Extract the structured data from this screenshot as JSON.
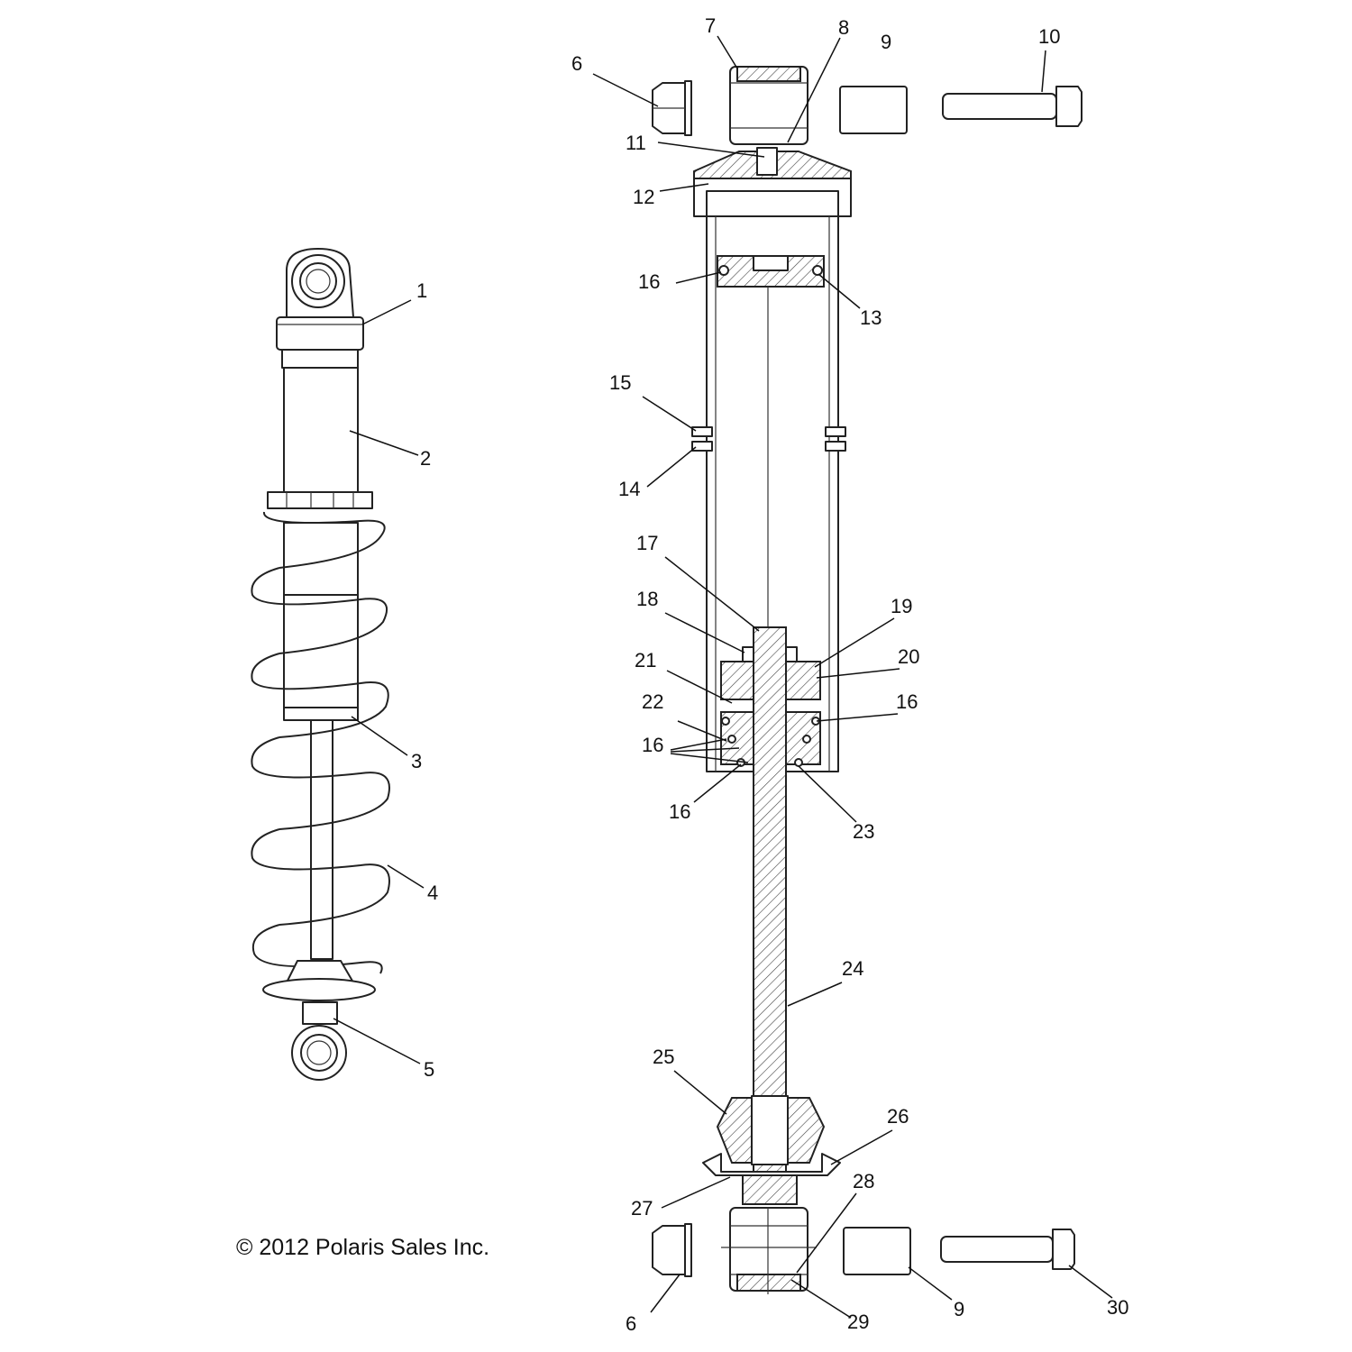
{
  "copyright": "© 2012 Polaris Sales Inc.",
  "callouts": [
    {
      "id": "c1",
      "label": "1"
    },
    {
      "id": "c2",
      "label": "2"
    },
    {
      "id": "c3",
      "label": "3"
    },
    {
      "id": "c4",
      "label": "4"
    },
    {
      "id": "c5",
      "label": "5"
    },
    {
      "id": "c6a",
      "label": "6"
    },
    {
      "id": "c6b",
      "label": "6"
    },
    {
      "id": "c7",
      "label": "7"
    },
    {
      "id": "c8",
      "label": "8"
    },
    {
      "id": "c9a",
      "label": "9"
    },
    {
      "id": "c9b",
      "label": "9"
    },
    {
      "id": "c10",
      "label": "10"
    },
    {
      "id": "c11",
      "label": "11"
    },
    {
      "id": "c12",
      "label": "12"
    },
    {
      "id": "c13",
      "label": "13"
    },
    {
      "id": "c14",
      "label": "14"
    },
    {
      "id": "c15",
      "label": "15"
    },
    {
      "id": "c16a",
      "label": "16"
    },
    {
      "id": "c16b",
      "label": "16"
    },
    {
      "id": "c16c",
      "label": "16"
    },
    {
      "id": "c16d",
      "label": "16"
    },
    {
      "id": "c17",
      "label": "17"
    },
    {
      "id": "c18",
      "label": "18"
    },
    {
      "id": "c19",
      "label": "19"
    },
    {
      "id": "c20",
      "label": "20"
    },
    {
      "id": "c21",
      "label": "21"
    },
    {
      "id": "c22",
      "label": "22"
    },
    {
      "id": "c23",
      "label": "23"
    },
    {
      "id": "c24",
      "label": "24"
    },
    {
      "id": "c25",
      "label": "25"
    },
    {
      "id": "c26",
      "label": "26"
    },
    {
      "id": "c27",
      "label": "27"
    },
    {
      "id": "c28",
      "label": "28"
    },
    {
      "id": "c29",
      "label": "29"
    },
    {
      "id": "c30",
      "label": "30"
    }
  ]
}
